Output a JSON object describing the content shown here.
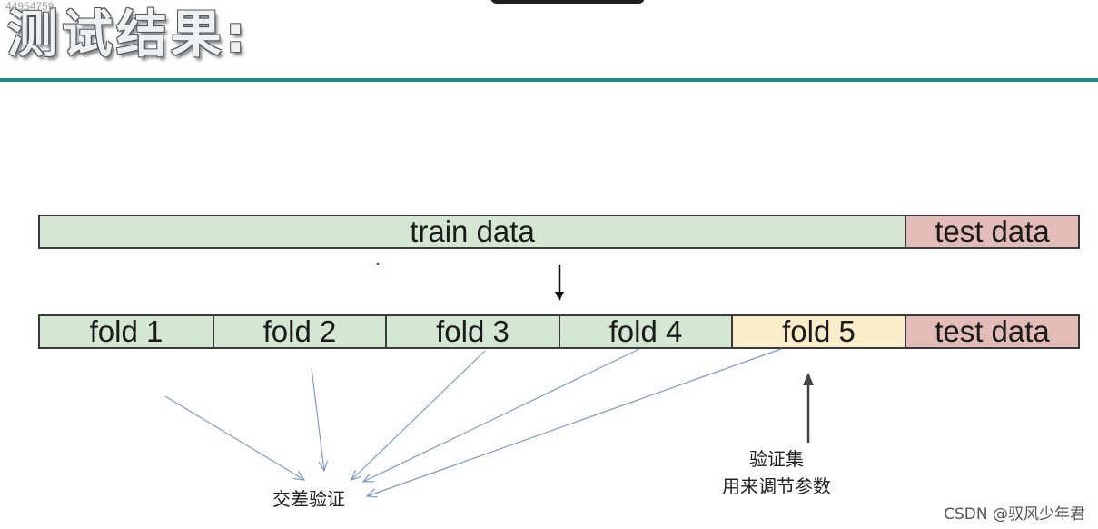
{
  "title": "测试结果:",
  "corner_id": "44954759",
  "top_row": {
    "train_label": "train data",
    "test_label": "test data"
  },
  "folds_row": {
    "folds": [
      "fold 1",
      "fold 2",
      "fold 3",
      "fold 4",
      "fold 5"
    ],
    "test_label": "test data"
  },
  "annotations": {
    "cross_validation": "交差验证",
    "validation_set": "验证集",
    "validation_purpose": "用来调节参数"
  },
  "watermark": "CSDN @驭风少年君",
  "colors": {
    "train": "#d4e7d2",
    "test": "#e3bcb8",
    "validation": "#fbedc9",
    "rule": "#1d8c8a",
    "arrow_blue": "#7f9bc7"
  }
}
